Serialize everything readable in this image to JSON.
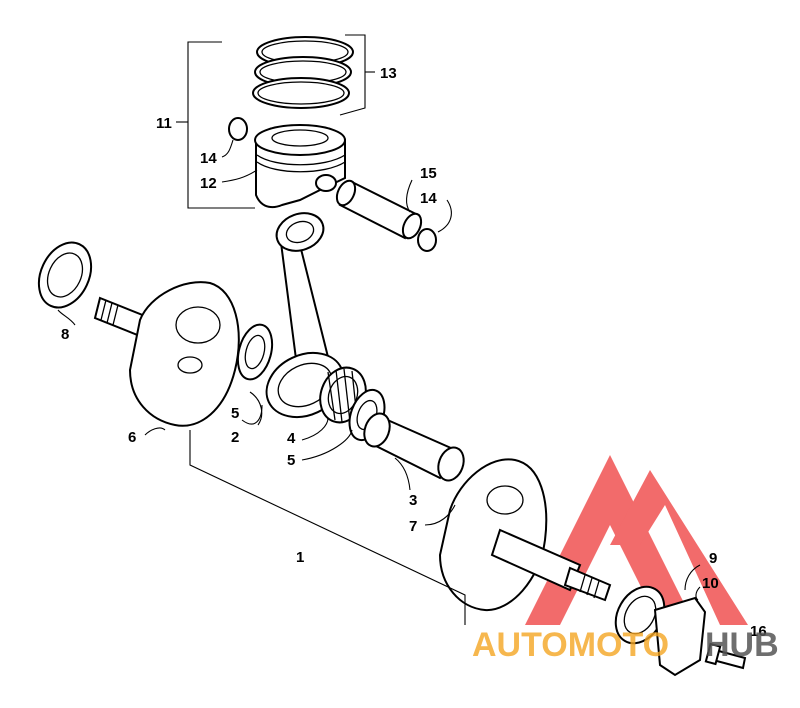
{
  "labels": {
    "l1": "1",
    "l2": "2",
    "l3": "3",
    "l4": "4",
    "l5a": "5",
    "l5b": "5",
    "l6": "6",
    "l7": "7",
    "l8": "8",
    "l9": "9",
    "l10": "10",
    "l11": "11",
    "l12": "12",
    "l13": "13",
    "l14a": "14",
    "l14b": "14",
    "l15": "15",
    "l16": "16"
  },
  "watermark": {
    "part1": "AUTOMOTO",
    "part2": "HUB",
    "color_red": "#ee3a3a",
    "color_orange": "#f5a623",
    "color_grey": "#555555"
  }
}
